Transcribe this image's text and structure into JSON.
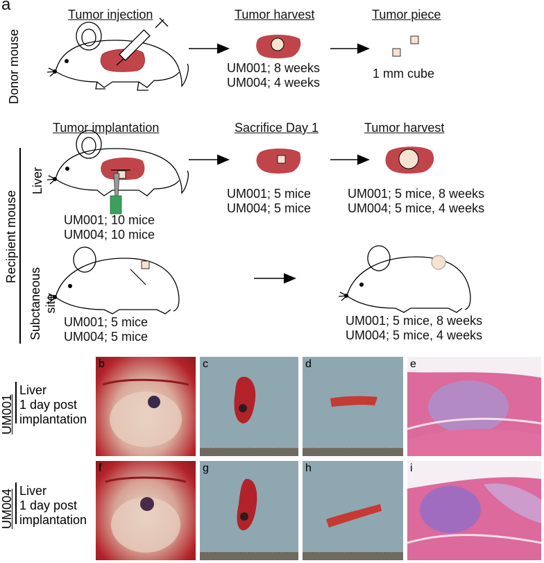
{
  "figure_label": "a",
  "rows": {
    "donor": {
      "side_label": "Donor mouse",
      "step1_title": "Tumor injection",
      "step2_title": "Tumor harvest",
      "step3_title": "Tumor piece",
      "step2_lines": [
        "UM001; 8 weeks",
        "UM004; 4 weeks"
      ],
      "step3_caption": "1 mm cube"
    },
    "recipient": {
      "side_label": "Recipient mouse",
      "liver_label": "Liver",
      "subq_label_line1": "Subctaneous",
      "subq_label_line2": "site",
      "step1_title": "Tumor implantation",
      "step2_title": "Sacrifice Day 1",
      "step3_title": "Tumor harvest",
      "liver_implant_lines": [
        "UM001; 10 mice",
        "UM004; 10 mice"
      ],
      "liver_sacrifice_lines": [
        "UM001; 5 mice",
        "UM004; 5 mice"
      ],
      "liver_harvest_lines": [
        "UM001; 5 mice, 8 weeks",
        "UM004; 5 mice, 4 weeks"
      ],
      "subq_implant_lines": [
        "UM001; 5 mice",
        "UM004; 5 mice"
      ],
      "subq_harvest_lines": [
        "UM001; 5 mice, 8 weeks",
        "UM004; 5 mice, 4 weeks"
      ]
    }
  },
  "photo_rows": [
    {
      "model": "UM001",
      "caption_lines": [
        "Liver",
        "1 day post",
        "implantation"
      ],
      "panels": [
        "b",
        "c",
        "d",
        "e"
      ]
    },
    {
      "model": "UM004",
      "caption_lines": [
        "Liver",
        "1 day post",
        "implantation"
      ],
      "panels": [
        "f",
        "g",
        "h",
        "i"
      ]
    }
  ],
  "colors": {
    "tumor": "#c0454a",
    "tumor_dark": "#a23238",
    "piece": "#f6e2d0",
    "syringe_green": "#3aa05c",
    "tissue_red": "#b3222a",
    "he_pink": "#dc6a9c",
    "he_purple": "#8a5cae",
    "table_blue": "#8fa7b0"
  },
  "icons": [
    "mouse-icon",
    "syringe-icon",
    "arrow-icon",
    "tumor-icon",
    "needle-icon"
  ]
}
